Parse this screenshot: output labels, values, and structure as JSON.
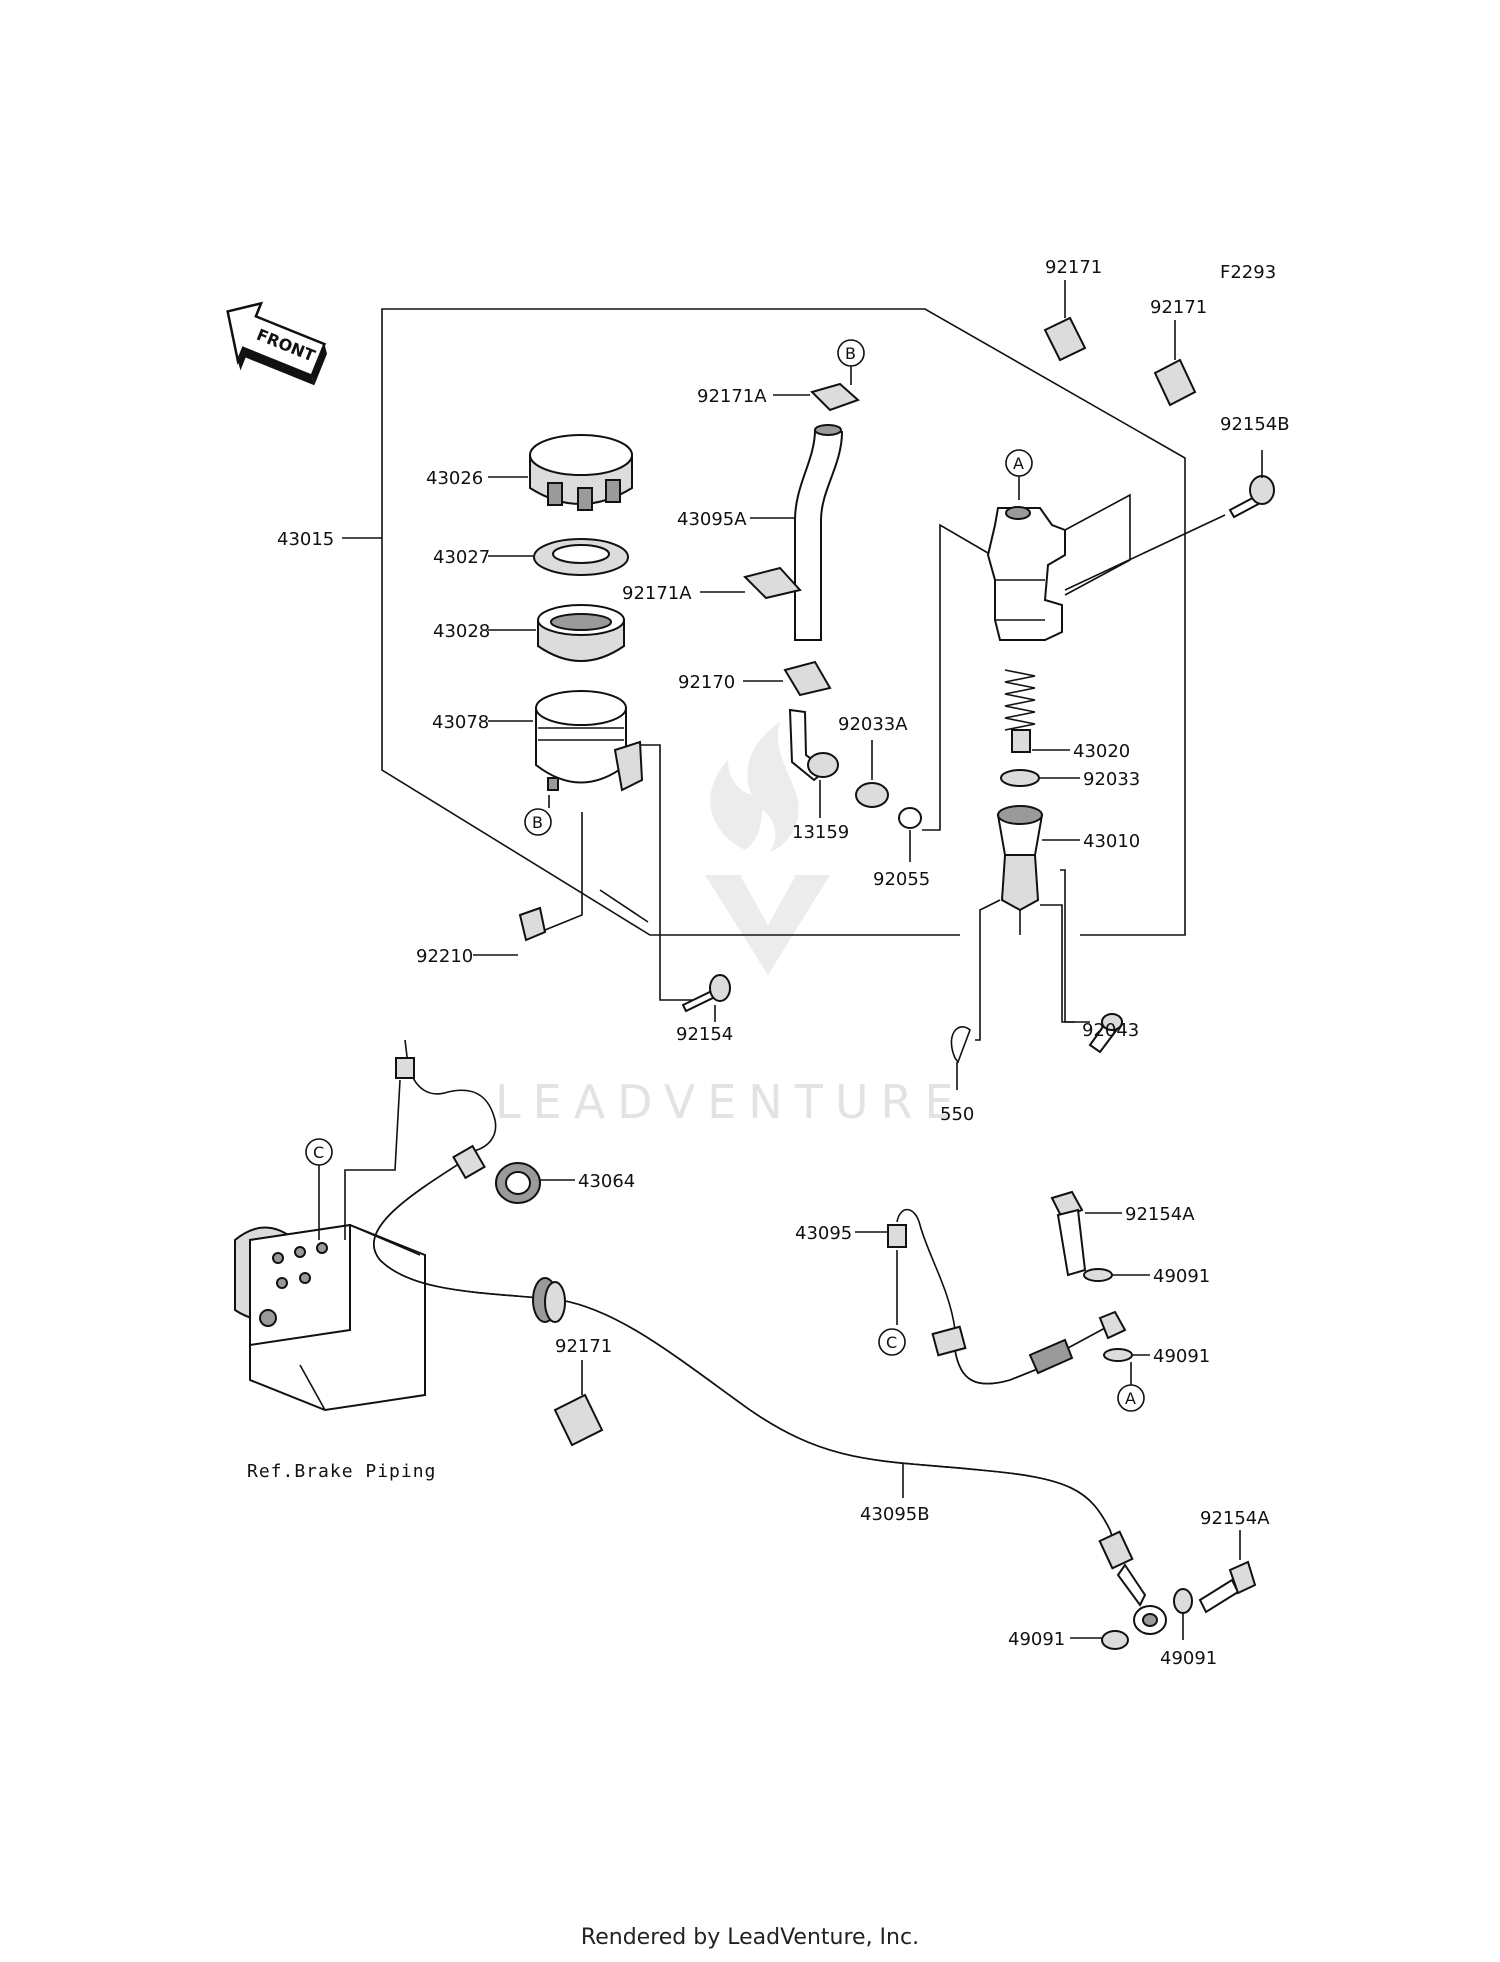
{
  "diagram_code": "F2293",
  "front_label": "FRONT",
  "watermark": "LEADVENTURE",
  "ref_note": "Ref.Brake Piping",
  "footer": "Rendered by LeadVenture, Inc.",
  "callouts": {
    "a1": "A",
    "a2": "A",
    "b1": "B",
    "b2": "B",
    "c1": "C",
    "c2": "C"
  },
  "parts": {
    "p92171_top1": "92171",
    "p92171_top2": "92171",
    "p92154B": "92154B",
    "p92171A_1": "92171A",
    "p92171A_2": "92171A",
    "p43026": "43026",
    "p43015": "43015",
    "p43095A": "43095A",
    "p43027": "43027",
    "p43028": "43028",
    "p92170": "92170",
    "p43078": "43078",
    "p92033A": "92033A",
    "p43020": "43020",
    "p92033": "92033",
    "p13159": "13159",
    "p43010": "43010",
    "p92055": "92055",
    "p92210": "92210",
    "p92154": "92154",
    "p92043": "92043",
    "p550": "550",
    "p43064": "43064",
    "p92154A_1": "92154A",
    "p43095": "43095",
    "p49091_1": "49091",
    "p49091_2": "49091",
    "p92171_mid": "92171",
    "p43095B": "43095B",
    "p92154A_2": "92154A",
    "p49091_3": "49091",
    "p49091_4": "49091"
  }
}
